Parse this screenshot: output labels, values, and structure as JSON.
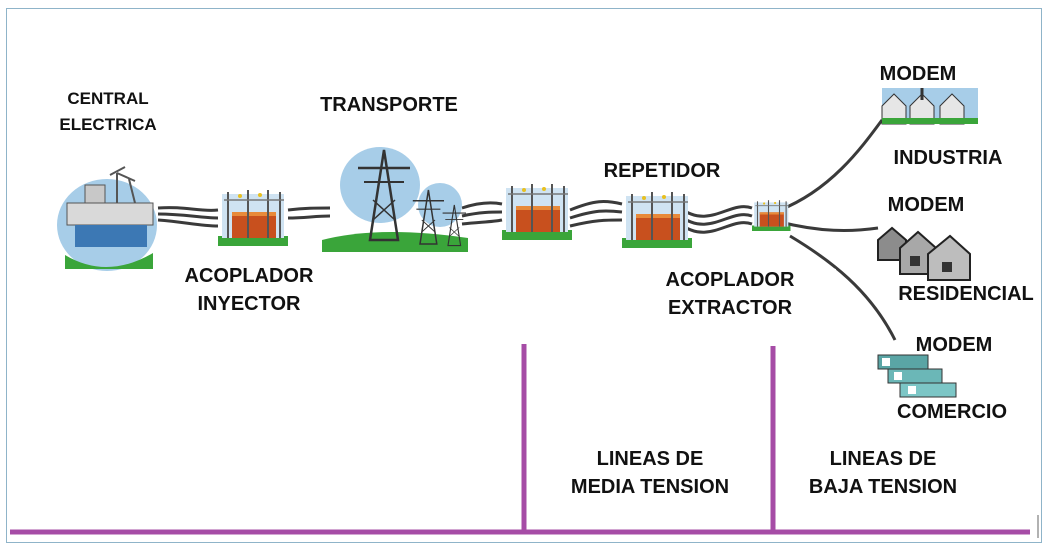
{
  "labels": {
    "central": [
      "CENTRAL",
      "ELECTRICA"
    ],
    "transporte": "TRANSPORTE",
    "acoplador_inyector": [
      "ACOPLADOR",
      "INYECTOR"
    ],
    "repetidor": "REPETIDOR",
    "acoplador_extractor": [
      "ACOPLADOR",
      "EXTRACTOR"
    ],
    "modem_industria": "MODEM",
    "industria": "INDUSTRIA",
    "modem_residencial": "MODEM",
    "residencial": "RESIDENCIAL",
    "modem_comercio": "MODEM",
    "comercio": "COMERCIO",
    "media_tension": [
      "LINEAS DE",
      "MEDIA TENSION"
    ],
    "baja_tension": [
      "LINEAS DE",
      "BAJA TENSION"
    ]
  },
  "colors": {
    "section_line": "#a64ca6",
    "frame": "#8fb4c9",
    "cable": "#3a3a3a",
    "transformer_body": "#c8501e",
    "grass": "#3aa53a",
    "sky": "#a7cde8"
  },
  "icons": [
    "power-plant-icon",
    "coupler-icon",
    "transmission-tower-icon",
    "repeater-icon",
    "factory-icon",
    "house-icon",
    "shop-icon"
  ]
}
